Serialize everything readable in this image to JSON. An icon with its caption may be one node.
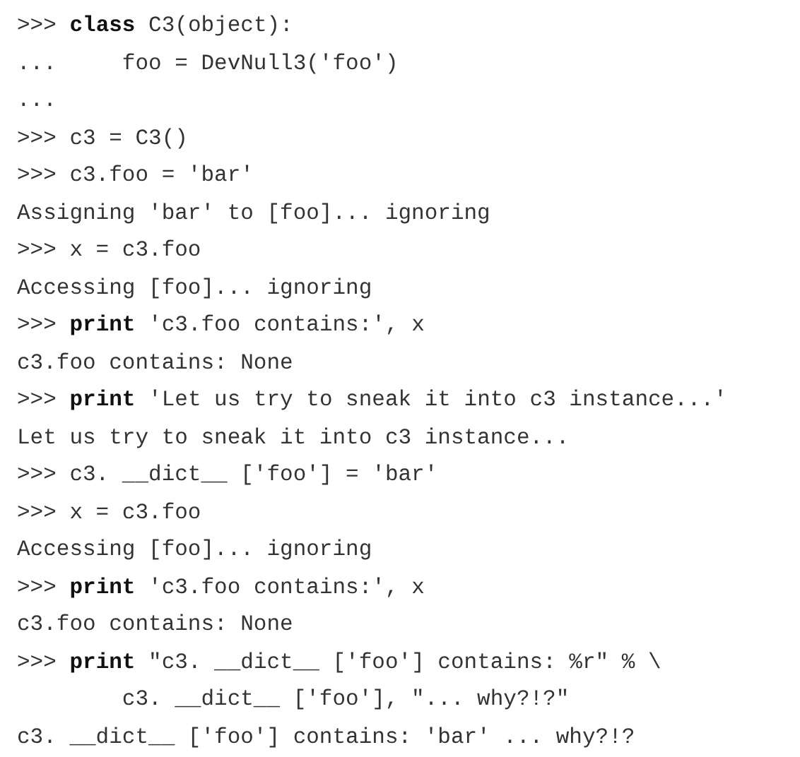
{
  "diagram": {
    "labels": [
      ">>> **class** C3(object):",
      "...     foo = DevNull3('foo')",
      "...",
      ">>> c3 = C3()",
      ">>> c3.foo = 'bar'",
      "Assigning 'bar' to [foo]... ignoring",
      ">>> x = c3.foo",
      "Accessing [foo]... ignoring",
      ">>> **print** 'c3.foo contains:', x",
      "c3.foo contains: None",
      ">>> **print** 'Let us try to sneak it into c3 instance...'",
      "Let us try to sneak it into c3 instance...",
      ">>> c3. __dict__ ['foo'] = 'bar'",
      ">>> x = c3.foo",
      "Accessing [foo]... ignoring",
      ">>> **print** 'c3.foo contains:', x",
      "c3.foo contains: None",
      ">>> **print** \"c3. __dict__ ['foo'] contains: %r\" % \\",
      "        c3. __dict__ ['foo'], \"... why?!?\"",
      "c3. __dict__ ['foo'] contains: 'bar' ... why?!?"
    ]
  }
}
